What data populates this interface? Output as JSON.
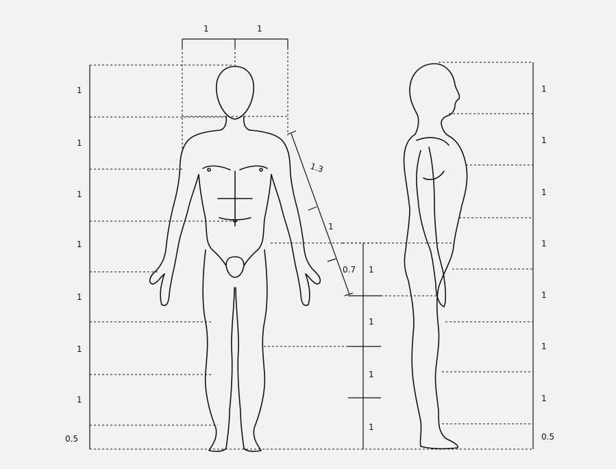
{
  "front_width_labels": [
    "1",
    "1"
  ],
  "left_scale_labels": [
    "1",
    "1",
    "1",
    "1",
    "1",
    "1",
    "1",
    "0.5"
  ],
  "right_scale_labels": [
    "1",
    "1",
    "1",
    "1",
    "1",
    "1",
    "1",
    "0.5"
  ],
  "arm_labels": {
    "upper_arm": "1.3",
    "forearm": "1",
    "hand": "0.7"
  },
  "leg_scale_labels": [
    "1",
    "1",
    "1",
    "1"
  ],
  "colors": {
    "background": "#f2f2f0",
    "line": "#111111"
  }
}
